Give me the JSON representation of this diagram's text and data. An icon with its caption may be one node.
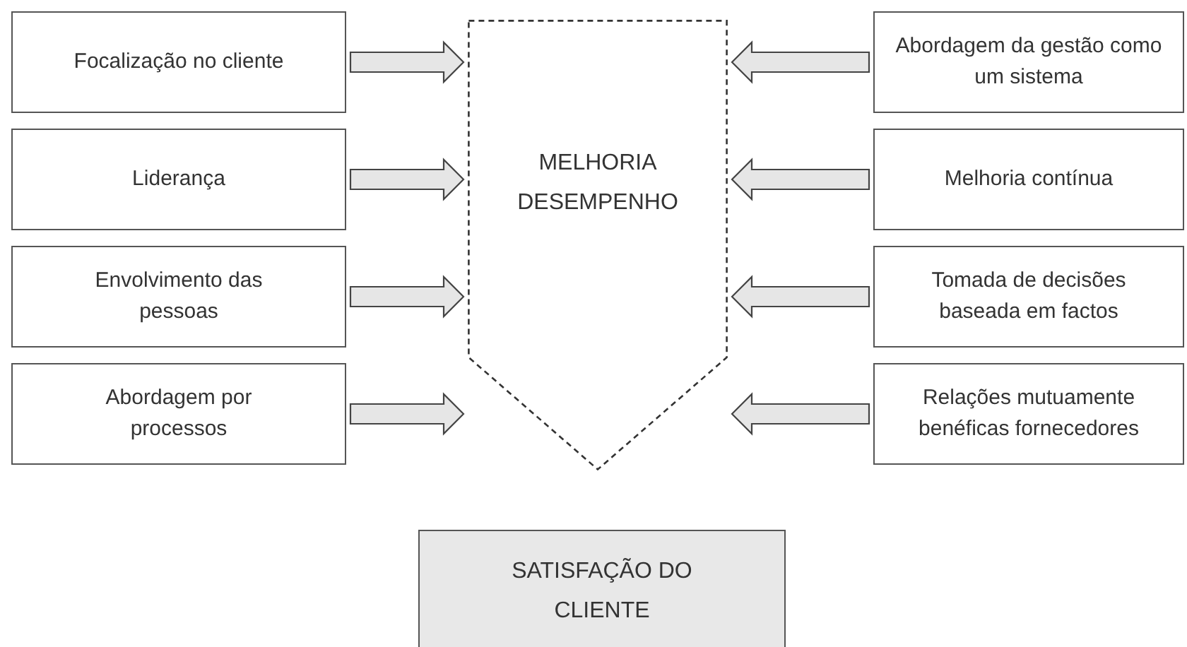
{
  "diagram": {
    "nodes": [
      {
        "text": [
          "Focalização no cliente"
        ]
      },
      {
        "text": [
          "Liderança"
        ]
      },
      {
        "text": [
          "Envolvimento das pessoas"
        ]
      },
      {
        "text": [
          "Abordagem por processos"
        ]
      },
      {
        "text": [
          "MELHORIA DESEMPENHO"
        ]
      },
      {
        "text": [
          "Abordagem da gestão como um sistema"
        ]
      },
      {
        "text": [
          "Melhoria contínua"
        ]
      },
      {
        "text": [
          "Tomada de decisões baseada em factos"
        ]
      },
      {
        "text": [
          "Relações mutuamente benéficas fornecedores"
        ]
      },
      {
        "text": [
          "SATISFAÇÃO DO CLIENTE"
        ]
      }
    ],
    "edges": [
      {
        "from": 0,
        "to": 4,
        "arrow": "to"
      },
      {
        "from": 1,
        "to": 4,
        "arrow": "to"
      },
      {
        "from": 2,
        "to": 4,
        "arrow": "to"
      },
      {
        "from": 3,
        "to": 4,
        "arrow": "to"
      },
      {
        "from": 5,
        "to": 4,
        "arrow": "to"
      },
      {
        "from": 6,
        "to": 4,
        "arrow": "to"
      },
      {
        "from": 7,
        "to": 4,
        "arrow": "to"
      },
      {
        "from": 8,
        "to": 4,
        "arrow": "to"
      }
    ]
  }
}
